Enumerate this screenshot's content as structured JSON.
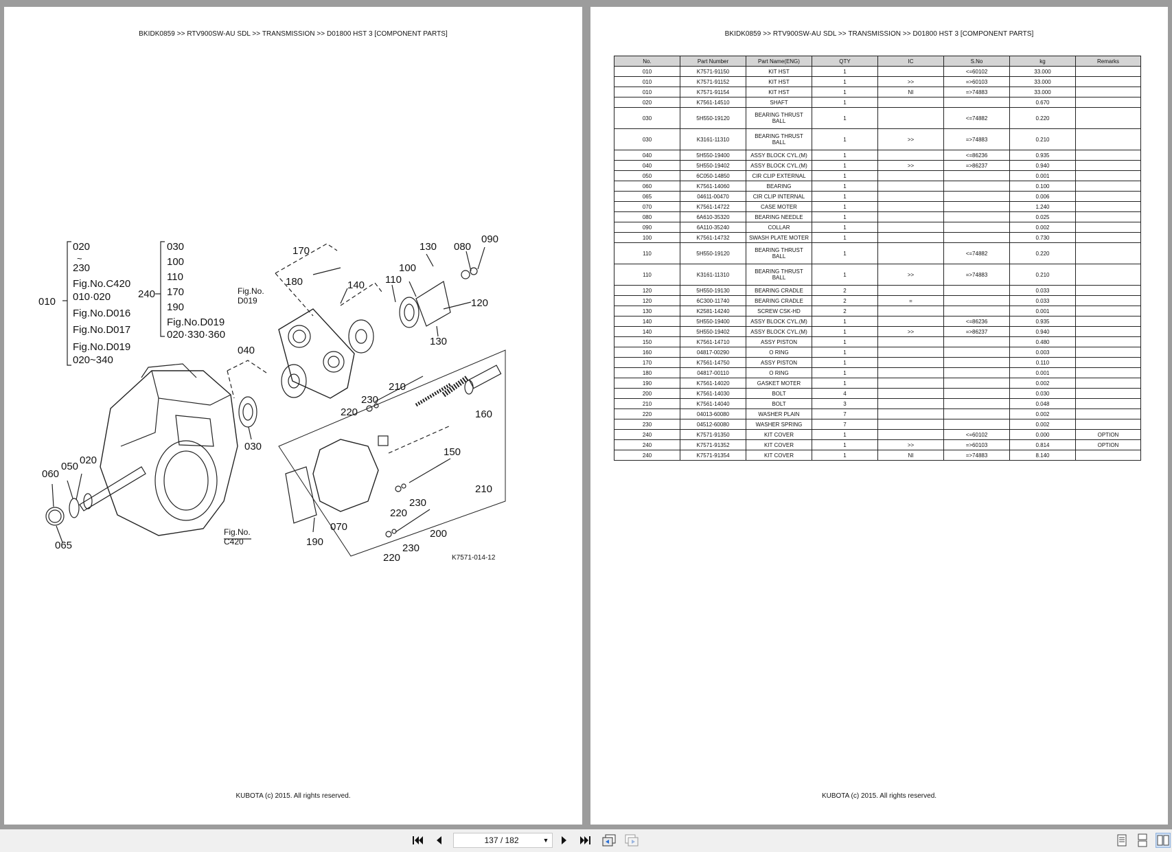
{
  "left_page": {
    "breadcrumb": "BKIDK0859 >> RTV900SW-AU SDL >> TRANSMISSION >> D01800   HST 3 [COMPONENT PARTS]",
    "footer": "KUBOTA (c) 2015. All rights reserved.",
    "diagram": {
      "code": "K7571-014-12",
      "left_bracket": {
        "id": "010",
        "lines": [
          "020",
          "~",
          "230",
          "Fig.No.C420",
          "010·020",
          "Fig.No.D016",
          "Fig.No.D017",
          "Fig.No.D019",
          "020~340"
        ]
      },
      "right_bracket": {
        "id": "240",
        "lines": [
          "030",
          "100",
          "110",
          "170",
          "190",
          "Fig.No.D019",
          "020·330·360"
        ]
      },
      "callouts": [
        "170",
        "130",
        "080",
        "090",
        "180",
        "140",
        "110",
        "100",
        "120",
        "Fig.No.",
        "D019",
        "130",
        "040",
        "210",
        "230",
        "220",
        "160",
        "030",
        "150",
        "020",
        "050",
        "060",
        "210",
        "230",
        "220",
        "070",
        "200",
        "230",
        "220",
        "190",
        "065",
        "Fig.No.",
        "C420"
      ]
    }
  },
  "right_page": {
    "breadcrumb": "BKIDK0859 >> RTV900SW-AU SDL >> TRANSMISSION >> D01800   HST 3 [COMPONENT PARTS]",
    "footer": "KUBOTA (c) 2015. All rights reserved.",
    "columns": [
      "No.",
      "Part Number",
      "Part Name(ENG)",
      "QTY",
      "IC",
      "S.No",
      "kg",
      "Remarks"
    ],
    "rows": [
      [
        "010",
        "K7571-91150",
        "KIT HST",
        "1",
        "",
        "<=60102",
        "33.000",
        ""
      ],
      [
        "010",
        "K7571-91152",
        "KIT HST",
        "1",
        ">>",
        "=>60103",
        "33.000",
        ""
      ],
      [
        "010",
        "K7571-91154",
        "KIT HST",
        "1",
        "NI",
        "=>74883",
        "33.000",
        ""
      ],
      [
        "020",
        "K7561-14510",
        "SHAFT",
        "1",
        "",
        "",
        "0.670",
        ""
      ],
      [
        "030",
        "5H550-19120",
        "BEARING THRUST BALL",
        "1",
        "",
        "<=74882",
        "0.220",
        ""
      ],
      [
        "030",
        "K3161-11310",
        "BEARING THRUST BALL",
        "1",
        ">>",
        "=>74883",
        "0.210",
        ""
      ],
      [
        "040",
        "5H550-19400",
        "ASSY BLOCK CYL.(M)",
        "1",
        "",
        "<=86236",
        "0.935",
        ""
      ],
      [
        "040",
        "5H550-19402",
        "ASSY BLOCK CYL.(M)",
        "1",
        ">>",
        "=>86237",
        "0.940",
        ""
      ],
      [
        "050",
        "6C050-14850",
        "CIR CLIP EXTERNAL",
        "1",
        "",
        "",
        "0.001",
        ""
      ],
      [
        "060",
        "K7561-14060",
        "BEARING",
        "1",
        "",
        "",
        "0.100",
        ""
      ],
      [
        "065",
        "04611-00470",
        "CIR CLIP INTERNAL",
        "1",
        "",
        "",
        "0.006",
        ""
      ],
      [
        "070",
        "K7561-14722",
        "CASE MOTER",
        "1",
        "",
        "",
        "1.240",
        ""
      ],
      [
        "080",
        "6A610-35320",
        "BEARING NEEDLE",
        "1",
        "",
        "",
        "0.025",
        ""
      ],
      [
        "090",
        "6A110-35240",
        "COLLAR",
        "1",
        "",
        "",
        "0.002",
        ""
      ],
      [
        "100",
        "K7561-14732",
        "SWASH PLATE MOTER",
        "1",
        "",
        "",
        "0.730",
        ""
      ],
      [
        "110",
        "5H550-19120",
        "BEARING THRUST BALL",
        "1",
        "",
        "<=74882",
        "0.220",
        ""
      ],
      [
        "110",
        "K3161-11310",
        "BEARING THRUST BALL",
        "1",
        ">>",
        "=>74883",
        "0.210",
        ""
      ],
      [
        "120",
        "5H550-19130",
        "BEARING CRADLE",
        "2",
        "",
        "",
        "0.033",
        ""
      ],
      [
        "120",
        "6C300-11740",
        "BEARING CRADLE",
        "2",
        "=",
        "",
        "0.033",
        ""
      ],
      [
        "130",
        "K2581-14240",
        "SCREW CSK-HD",
        "2",
        "",
        "",
        "0.001",
        ""
      ],
      [
        "140",
        "5H550-19400",
        "ASSY BLOCK CYL.(M)",
        "1",
        "",
        "<=86236",
        "0.935",
        ""
      ],
      [
        "140",
        "5H550-19402",
        "ASSY BLOCK CYL.(M)",
        "1",
        ">>",
        "=>86237",
        "0.940",
        ""
      ],
      [
        "150",
        "K7561-14710",
        "ASSY PISTON",
        "1",
        "",
        "",
        "0.480",
        ""
      ],
      [
        "160",
        "04817-00290",
        "O RING",
        "1",
        "",
        "",
        "0.003",
        ""
      ],
      [
        "170",
        "K7561-14750",
        "ASSY PISTON",
        "1",
        "",
        "",
        "0.110",
        ""
      ],
      [
        "180",
        "04817-00110",
        "O RING",
        "1",
        "",
        "",
        "0.001",
        ""
      ],
      [
        "190",
        "K7561-14020",
        "GASKET MOTER",
        "1",
        "",
        "",
        "0.002",
        ""
      ],
      [
        "200",
        "K7561-14030",
        "BOLT",
        "4",
        "",
        "",
        "0.030",
        ""
      ],
      [
        "210",
        "K7561-14040",
        "BOLT",
        "3",
        "",
        "",
        "0.048",
        ""
      ],
      [
        "220",
        "04013-60080",
        "WASHER PLAIN",
        "7",
        "",
        "",
        "0.002",
        ""
      ],
      [
        "230",
        "04512-60080",
        "WASHER SPRING",
        "7",
        "",
        "",
        "0.002",
        ""
      ],
      [
        "240",
        "K7571-91350",
        "KIT COVER",
        "1",
        "",
        "<=60102",
        "0.000",
        "OPTION"
      ],
      [
        "240",
        "K7571-91352",
        "KIT COVER",
        "1",
        ">>",
        "=>60103",
        "0.814",
        "OPTION"
      ],
      [
        "240",
        "K7571-91354",
        "KIT COVER",
        "1",
        "NI",
        "=>74883",
        "8.140",
        ""
      ]
    ]
  },
  "toolbar": {
    "page_indicator": "137 / 182",
    "icons": [
      "first-page-icon",
      "prev-page-icon",
      "next-page-icon",
      "last-page-icon",
      "go-back-icon",
      "go-forward-icon",
      "single-page-icon",
      "continuous-page-icon",
      "two-page-icon"
    ]
  }
}
